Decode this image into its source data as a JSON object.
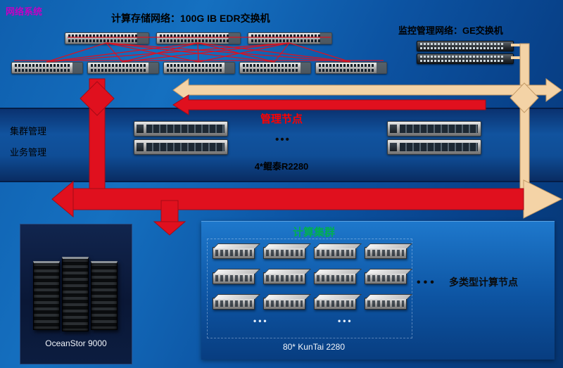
{
  "colors": {
    "arrow_red": "#e0101e",
    "arrow_cream": "#f4d3a6",
    "title_green": "#00b050",
    "title_magenta": "#c400c4",
    "mgmt_title_red": "#ff0000"
  },
  "network": {
    "system_label": "网络系统",
    "compute_storage_title": "计算存储网络：100G IB EDR交换机",
    "monitor_title": "监控管理网络：GE交换机"
  },
  "management": {
    "cluster_label": "集群管理",
    "business_label": "业务管理",
    "node_title": "管理节点",
    "node_model": "4*鲲泰R2280",
    "ellipsis": "•••"
  },
  "storage": {
    "label": "OceanStor 9000"
  },
  "compute": {
    "title": "计算集群",
    "model": "80* KunTai 2280",
    "nodes_label": "多类型计算节点",
    "grid_ellipsis_1": "•••",
    "grid_ellipsis_2": "•••",
    "right_ellipsis": "•••"
  }
}
